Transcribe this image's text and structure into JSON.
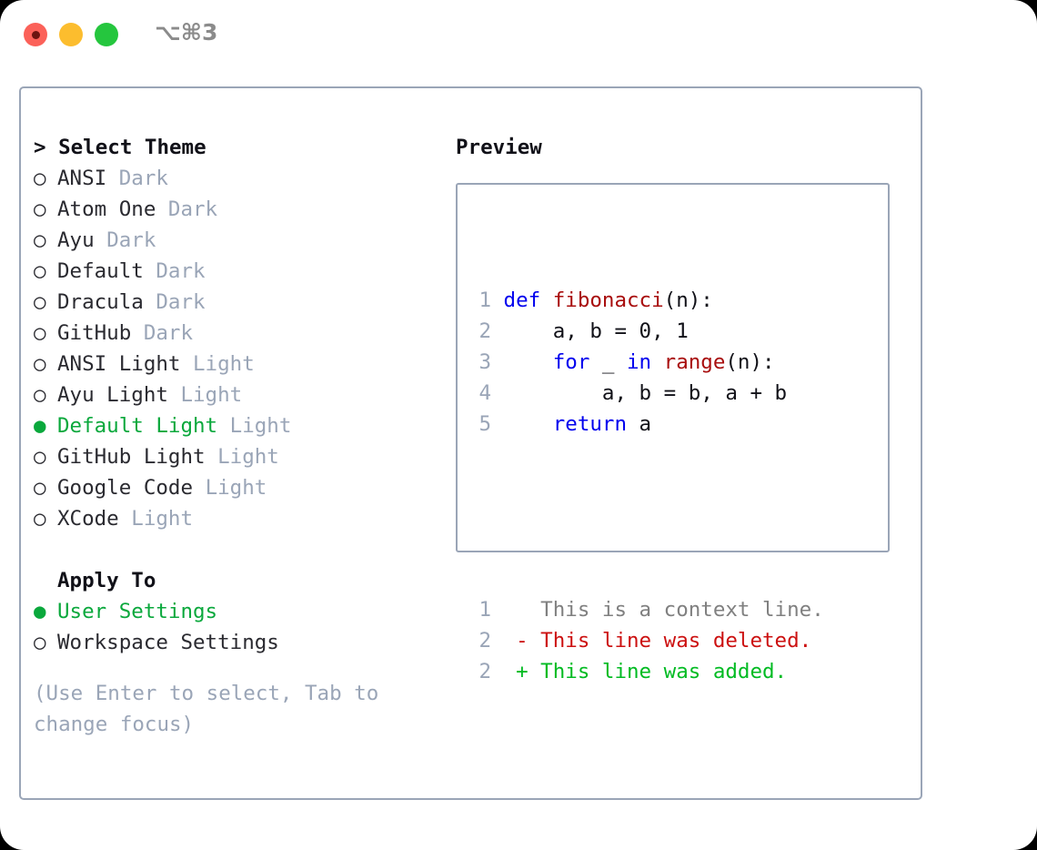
{
  "window": {
    "title": "⌥⌘3",
    "traffic_lights": [
      {
        "name": "close",
        "color": "#fb6159"
      },
      {
        "name": "minimize",
        "color": "#fcbd2e"
      },
      {
        "name": "maximize",
        "color": "#25c63e"
      }
    ]
  },
  "theme_panel": {
    "heading_prefix": "> ",
    "heading": "Select Theme",
    "bullet_unselected": "○ ",
    "bullet_selected": "● ",
    "items": [
      {
        "name": "ANSI",
        "variant": "Dark",
        "selected": false
      },
      {
        "name": "Atom One",
        "variant": "Dark",
        "selected": false
      },
      {
        "name": "Ayu",
        "variant": "Dark",
        "selected": false
      },
      {
        "name": "Default",
        "variant": "Dark",
        "selected": false
      },
      {
        "name": "Dracula",
        "variant": "Dark",
        "selected": false
      },
      {
        "name": "GitHub",
        "variant": "Dark",
        "selected": false
      },
      {
        "name": "ANSI Light",
        "variant": "Light",
        "selected": false
      },
      {
        "name": "Ayu Light",
        "variant": "Light",
        "selected": false
      },
      {
        "name": "Default Light",
        "variant": "Light",
        "selected": true
      },
      {
        "name": "GitHub Light",
        "variant": "Light",
        "selected": false
      },
      {
        "name": "Google Code",
        "variant": "Light",
        "selected": false
      },
      {
        "name": "XCode",
        "variant": "Light",
        "selected": false
      }
    ]
  },
  "apply_to": {
    "heading": "Apply To",
    "options": [
      {
        "label": "User Settings",
        "selected": true
      },
      {
        "label": "Workspace Settings",
        "selected": false
      }
    ]
  },
  "hint": "(Use Enter to select, Tab to change focus)",
  "preview": {
    "title": "Preview",
    "code_lines": [
      {
        "num": "1",
        "tokens": [
          {
            "text": "def ",
            "type": "keyword"
          },
          {
            "text": "fibonacci",
            "type": "function"
          },
          {
            "text": "(n):",
            "type": "plain"
          }
        ]
      },
      {
        "num": "2",
        "tokens": [
          {
            "text": "    a, b = 0, 1",
            "type": "plain"
          }
        ]
      },
      {
        "num": "3",
        "tokens": [
          {
            "text": "    ",
            "type": "plain"
          },
          {
            "text": "for",
            "type": "keyword"
          },
          {
            "text": " _ ",
            "type": "plain"
          },
          {
            "text": "in",
            "type": "keyword"
          },
          {
            "text": " ",
            "type": "plain"
          },
          {
            "text": "range",
            "type": "function"
          },
          {
            "text": "(n):",
            "type": "plain"
          }
        ]
      },
      {
        "num": "4",
        "tokens": [
          {
            "text": "        a, b = b, a + b",
            "type": "plain"
          }
        ]
      },
      {
        "num": "5",
        "tokens": [
          {
            "text": "    ",
            "type": "plain"
          },
          {
            "text": "return",
            "type": "keyword"
          },
          {
            "text": " a",
            "type": "plain"
          }
        ]
      }
    ],
    "diff_lines": [
      {
        "num": "1",
        "marker": "  ",
        "text": "This is a context line.",
        "kind": "context"
      },
      {
        "num": "2",
        "marker": "- ",
        "text": "This line was deleted.",
        "kind": "deleted"
      },
      {
        "num": "2",
        "marker": "+ ",
        "text": "This line was added.",
        "kind": "added"
      }
    ]
  },
  "colors": {
    "accent_green": "#0aa83c",
    "muted": "#9aa5b7",
    "keyword": "#0000ee",
    "function": "#a80d0d",
    "diff_context": "#808080",
    "diff_deleted": "#cc1111",
    "diff_added": "#00bb22",
    "border": "#9aa5b7"
  }
}
